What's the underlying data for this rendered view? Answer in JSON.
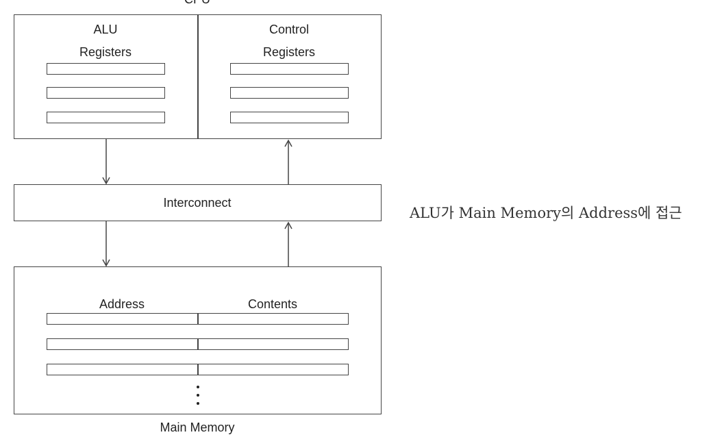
{
  "diagram": {
    "cpu_label": "CPU",
    "alu_label": "ALU",
    "control_label": "Control",
    "registers_label": "Registers",
    "interconnect_label": "Interconnect",
    "address_label": "Address",
    "contents_label": "Contents",
    "main_memory_label": "Main Memory"
  },
  "caption": "ALU가 Main Memory의 Address에 접근"
}
